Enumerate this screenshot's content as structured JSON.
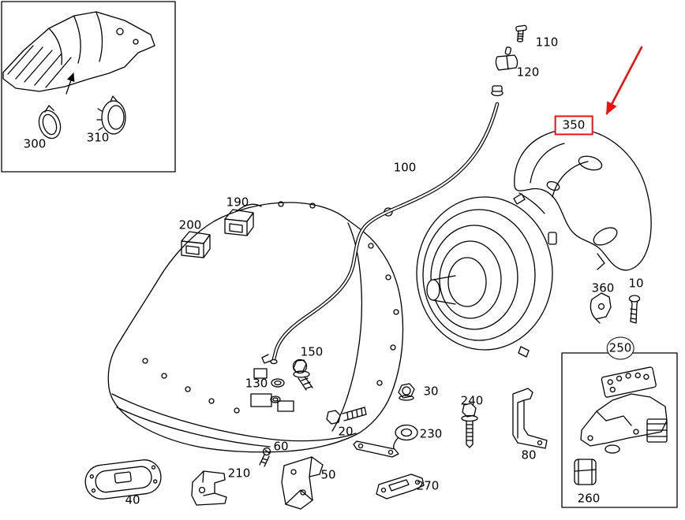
{
  "colors": {
    "background": "#ffffff",
    "line": "#000000",
    "highlight": "#ee1111"
  },
  "parts": {
    "p10": "10",
    "p20": "20",
    "p30": "30",
    "p40": "40",
    "p50": "50",
    "p60": "60",
    "p80": "80",
    "p100": "100",
    "p110": "110",
    "p120": "120",
    "p130": "130",
    "p150": "150",
    "p190": "190",
    "p200": "200",
    "p210": "210",
    "p230": "230",
    "p240": "240",
    "p250": "250",
    "p260": "260",
    "p270": "270",
    "p300": "300",
    "p310": "310",
    "p350": "350",
    "p360": "360"
  },
  "annotations": {
    "highlighted_part": "350",
    "circled_part": "250"
  }
}
